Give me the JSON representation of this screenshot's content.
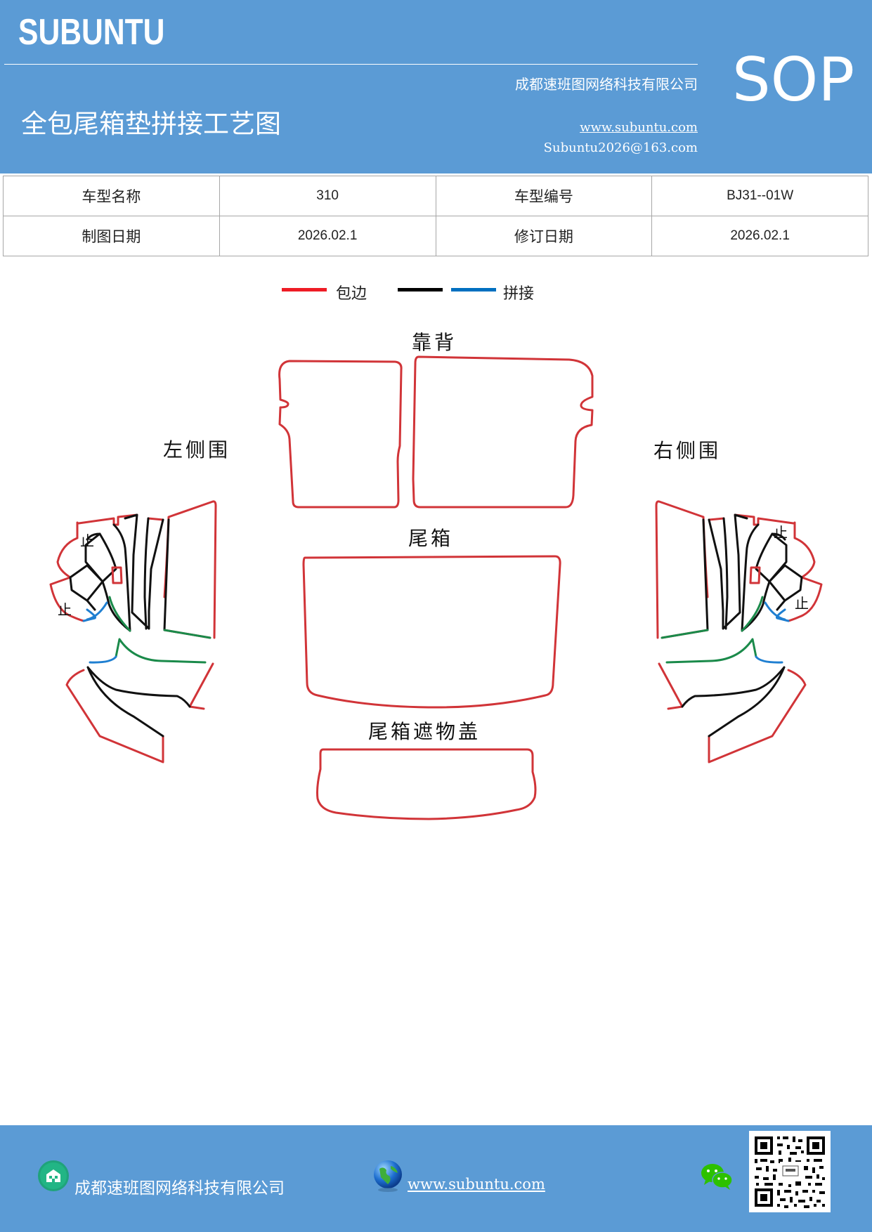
{
  "header": {
    "brand": "SUBUNTU",
    "company": "成都速班图网络科技有限公司",
    "title": "全包尾箱垫拼接工艺图",
    "website": "www.subuntu.com",
    "email": "Subuntu2026@163.com",
    "badge": "SOP"
  },
  "info_table": {
    "row1": {
      "label1": "车型名称",
      "value1": "310",
      "label2": "车型编号",
      "value2": "BJ31--01W"
    },
    "row2": {
      "label1": "制图日期",
      "value1": "2026.02.1",
      "label2": "修订日期",
      "value2": "2026.02.1"
    }
  },
  "legend": {
    "items": [
      {
        "label": "包边",
        "colors": [
          "#ee1c25"
        ]
      },
      {
        "label": "拼接",
        "colors": [
          "#000000",
          "#0070c0"
        ]
      }
    ]
  },
  "diagram": {
    "labels": {
      "backrest": "靠背",
      "left_side": "左侧围",
      "right_side": "右侧围",
      "trunk": "尾箱",
      "cover": "尾箱遮物盖",
      "stop": "止"
    },
    "colors": {
      "edge": "#d13438",
      "seam": "#111111",
      "blue": "#1f7fd1",
      "green": "#1a8a4a"
    }
  },
  "footer": {
    "company": "成都速班图网络科技有限公司",
    "website": "www.subuntu.com"
  }
}
